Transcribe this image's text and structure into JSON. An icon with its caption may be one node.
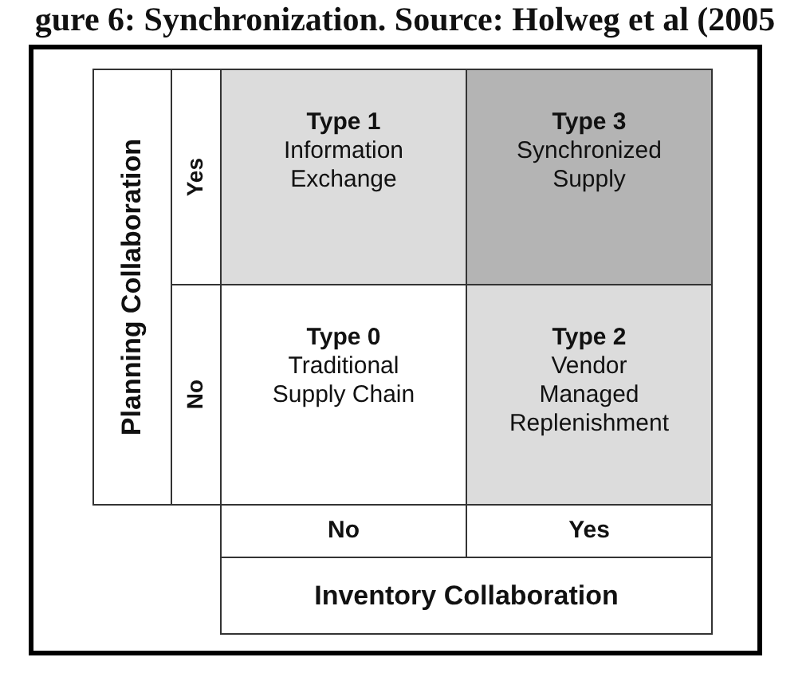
{
  "diagram": {
    "title": "gure 6: Synchronization. Source: Holweg et al (2005",
    "nodes": [
      {
        "text": [
          "Planning Collaboration"
        ]
      },
      {
        "text": [
          "Yes"
        ]
      },
      {
        "text": [
          "Type 1",
          "Information Exchange"
        ]
      },
      {
        "text": [
          "Type 3",
          "Synchronized Supply"
        ]
      },
      {
        "text": [
          "No"
        ]
      },
      {
        "text": [
          "Type 0",
          "Traditional Supply Chain"
        ]
      },
      {
        "text": [
          "Type 2",
          "Vendor Managed Replenishment"
        ]
      },
      {
        "text": [
          "No"
        ]
      },
      {
        "text": [
          "Yes"
        ]
      },
      {
        "text": [
          "Inventory Collaboration"
        ]
      }
    ]
  }
}
